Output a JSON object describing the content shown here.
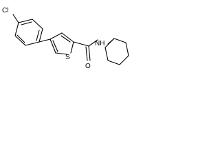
{
  "molecule": {
    "labels": {
      "chlorine": "Cl",
      "sulfur": "S",
      "oxygen": "O",
      "nitrogen_hydrogen": "NH"
    },
    "line_color": "#000000",
    "background_color": "#ffffff"
  }
}
